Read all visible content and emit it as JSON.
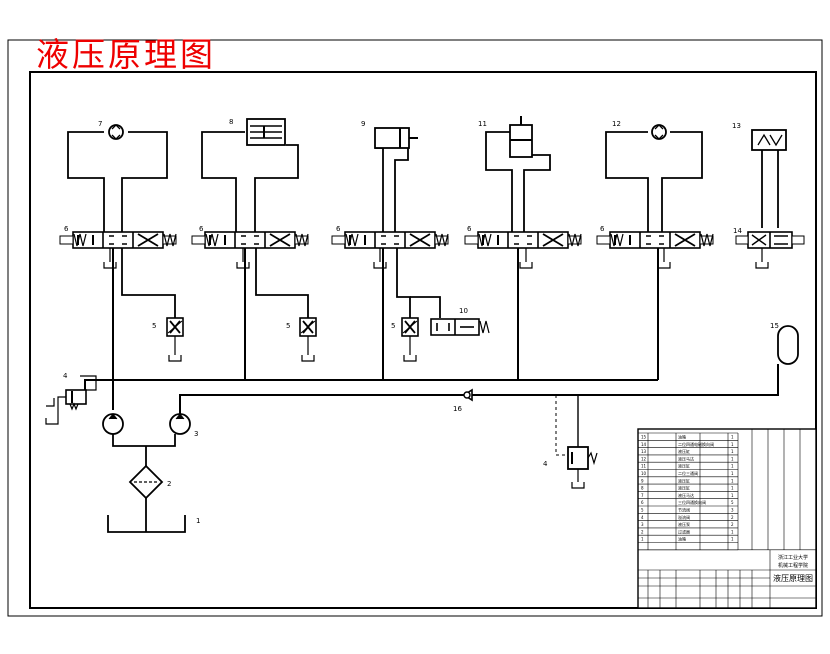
{
  "title": "液压原理图",
  "title_color": "#ee0000",
  "labels": {
    "n1": "1",
    "n2": "2",
    "n3": "3",
    "n4a": "4",
    "n4b": "4",
    "n5a": "5",
    "n5b": "5",
    "n5c": "5",
    "n6a": "6",
    "n6b": "6",
    "n6c": "6",
    "n6d": "6",
    "n6e": "6",
    "n7": "7",
    "n8": "8",
    "n9": "9",
    "n10": "10",
    "n11": "11",
    "n12": "12",
    "n13": "13",
    "n14": "14",
    "n15": "15",
    "n16": "16"
  },
  "title_block": {
    "drawing_name": "液压原理图",
    "school_line1": "浙江工业大学",
    "school_line2": "机械工程学院",
    "rows": [
      {
        "no": "15",
        "code": "",
        "name": "油箱",
        "qty": "1"
      },
      {
        "no": "14",
        "code": "",
        "name": "二位四通电磁换向阀",
        "qty": "1"
      },
      {
        "no": "13",
        "code": "",
        "name": "液压缸",
        "qty": "1"
      },
      {
        "no": "12",
        "code": "",
        "name": "液压马达",
        "qty": "1"
      },
      {
        "no": "11",
        "code": "",
        "name": "液压缸",
        "qty": "1"
      },
      {
        "no": "10",
        "code": "",
        "name": "二位三通阀",
        "qty": "1"
      },
      {
        "no": "9",
        "code": "",
        "name": "液压缸",
        "qty": "1"
      },
      {
        "no": "8",
        "code": "",
        "name": "液压缸",
        "qty": "1"
      },
      {
        "no": "7",
        "code": "",
        "name": "液压马达",
        "qty": "1"
      },
      {
        "no": "6",
        "code": "",
        "name": "三位四通换向阀",
        "qty": "5"
      },
      {
        "no": "5",
        "code": "",
        "name": "节流阀",
        "qty": "3"
      },
      {
        "no": "4",
        "code": "",
        "name": "溢流阀",
        "qty": "2"
      },
      {
        "no": "3",
        "code": "",
        "name": "液压泵",
        "qty": "2"
      },
      {
        "no": "2",
        "code": "",
        "name": "过滤器",
        "qty": "1"
      },
      {
        "no": "1",
        "code": "",
        "name": "油箱",
        "qty": "1"
      }
    ]
  }
}
